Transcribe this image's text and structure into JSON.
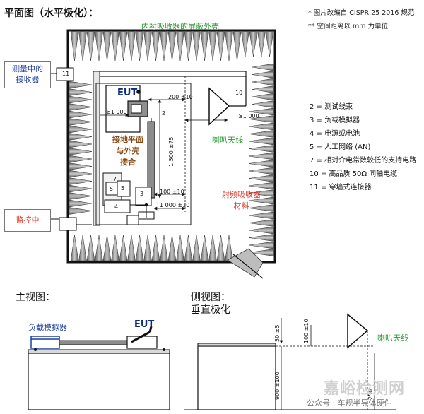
{
  "titles": {
    "plan_view": "平面图（水平极化）：",
    "front_view": "主视图：",
    "side_view": "侧视图：",
    "side_view_sub": "垂直极化"
  },
  "notes": [
    "* 图片改编自 CISPR 25 2016 规范",
    "** 空间距离以 mm 为单位"
  ],
  "legend": [
    "2 = 测试线束",
    "3 = 负载模拟器",
    "4 = 电源或电池",
    "5 = 人工网络 (AN)",
    "7 = 相对介电常数较低的支持电路",
    "10 = 高品质 50Ω 同轴电缆",
    "11 = 穿墙式连接器"
  ],
  "plan": {
    "shield_label": "内衬吸收器的屏蔽外壳",
    "receiver_label": "测量中的\n接收器",
    "monitor_label": "监控中",
    "ground_label": "接地平面\n与外壳\n接合",
    "horn_label": "喇叭天线",
    "absorber_label": "射频吸收器\n材料",
    "eut_label": "EUT",
    "numbers": {
      "n11": "11",
      "n10": "10",
      "n2": "2",
      "n3": "3",
      "n4": "4",
      "n5a": "5",
      "n5b": "5",
      "n7": "7"
    },
    "dims": {
      "d200": "200 ±10",
      "d1000_top": "≥1 000",
      "d1500": "1 500 ±75",
      "d1000_right": "≥1 000",
      "d100": "100 ±10",
      "d1000_bottom": "1 000 ±10"
    }
  },
  "front": {
    "load_label": "负载模拟器",
    "eut_label": "EUT"
  },
  "side": {
    "horn_label": "喇叭天线",
    "d50": "50 ±5",
    "d100": "100 ±10",
    "d900": "900 ±100",
    "d250": "250"
  },
  "watermark": {
    "main": "嘉峪检测网",
    "source": "公众号 · 车规半导体硬件"
  }
}
